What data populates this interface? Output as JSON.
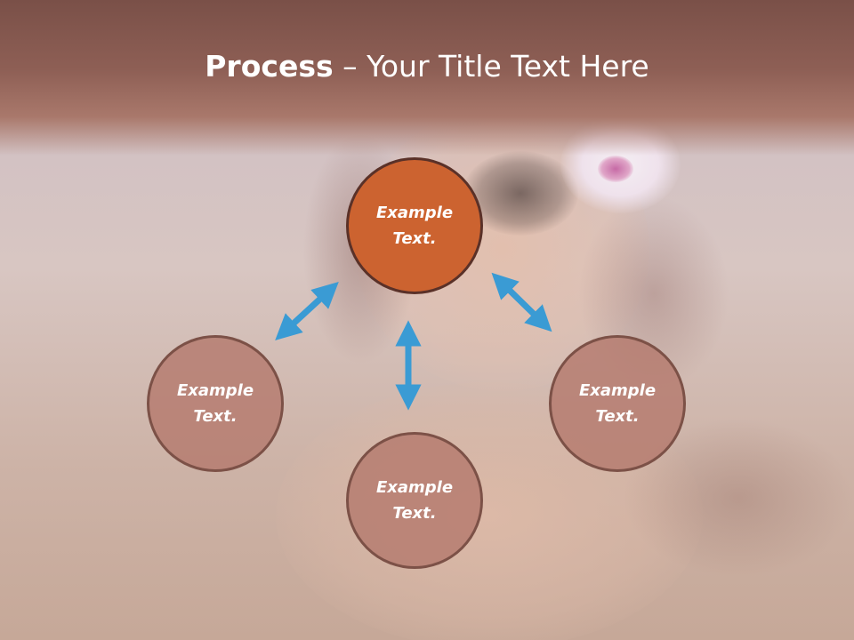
{
  "slide": {
    "title_bold": "Process",
    "title_rest": " – Your Title Text Here"
  },
  "nodes": {
    "top": {
      "line1": "Example",
      "line2": "Text."
    },
    "left": {
      "line1": "Example",
      "line2": "Text."
    },
    "bottom": {
      "line1": "Example",
      "line2": "Text."
    },
    "right": {
      "line1": "Example",
      "line2": "Text."
    }
  },
  "colors": {
    "title_band": "#8e5f55",
    "main_circle": "#cc6330",
    "secondary_circle": "#b47a6e",
    "circle_border": "#7c5147",
    "arrow": "#3a9bd4",
    "text": "#ffffff"
  },
  "icons": {
    "connectors": "double-headed-arrow"
  }
}
